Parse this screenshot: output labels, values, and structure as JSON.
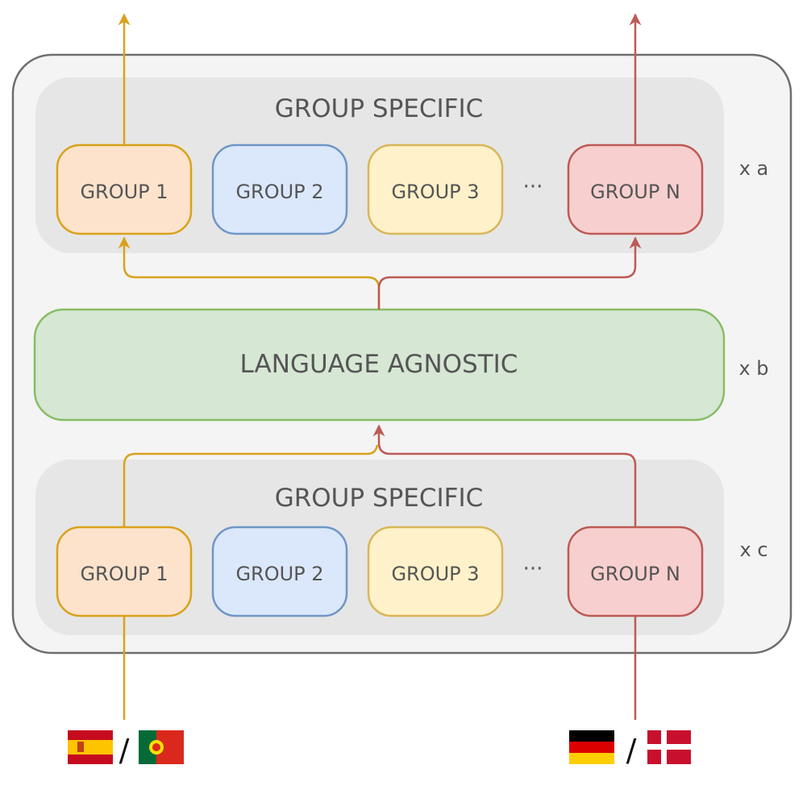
{
  "top_panel": {
    "title": "GROUP SPECIFIC",
    "groups": [
      "GROUP 1",
      "GROUP 2",
      "GROUP 3",
      "GROUP N"
    ],
    "ellipsis": "···",
    "multiplier": "x a"
  },
  "middle_panel": {
    "title": "LANGUAGE AGNOSTIC",
    "multiplier": "x b"
  },
  "bottom_panel": {
    "title": "GROUP SPECIFIC",
    "groups": [
      "GROUP 1",
      "GROUP 2",
      "GROUP 3",
      "GROUP N"
    ],
    "ellipsis": "···",
    "multiplier": "x c"
  },
  "inputs": {
    "left_separator": "/",
    "right_separator": "/",
    "left_flags": [
      "spain-flag",
      "portugal-flag"
    ],
    "right_flags": [
      "germany-flag",
      "denmark-flag"
    ]
  },
  "colors": {
    "group1_fill": "#fde3cc",
    "group1_stroke": "#d9a21b",
    "group2_fill": "#dbe8fb",
    "group2_stroke": "#7096c6",
    "group3_fill": "#fff1c9",
    "group3_stroke": "#d8b659",
    "groupN_fill": "#f8cfcf",
    "groupN_stroke": "#bd5a55",
    "agnostic_fill": "#d6e7d4",
    "agnostic_stroke": "#88bd66",
    "path_orange": "#d9a21b",
    "path_red": "#bd5a55",
    "outer_fill": "#f4f4f4",
    "outer_stroke": "#6e6e6e",
    "panel_fill": "#e6e6e6"
  }
}
